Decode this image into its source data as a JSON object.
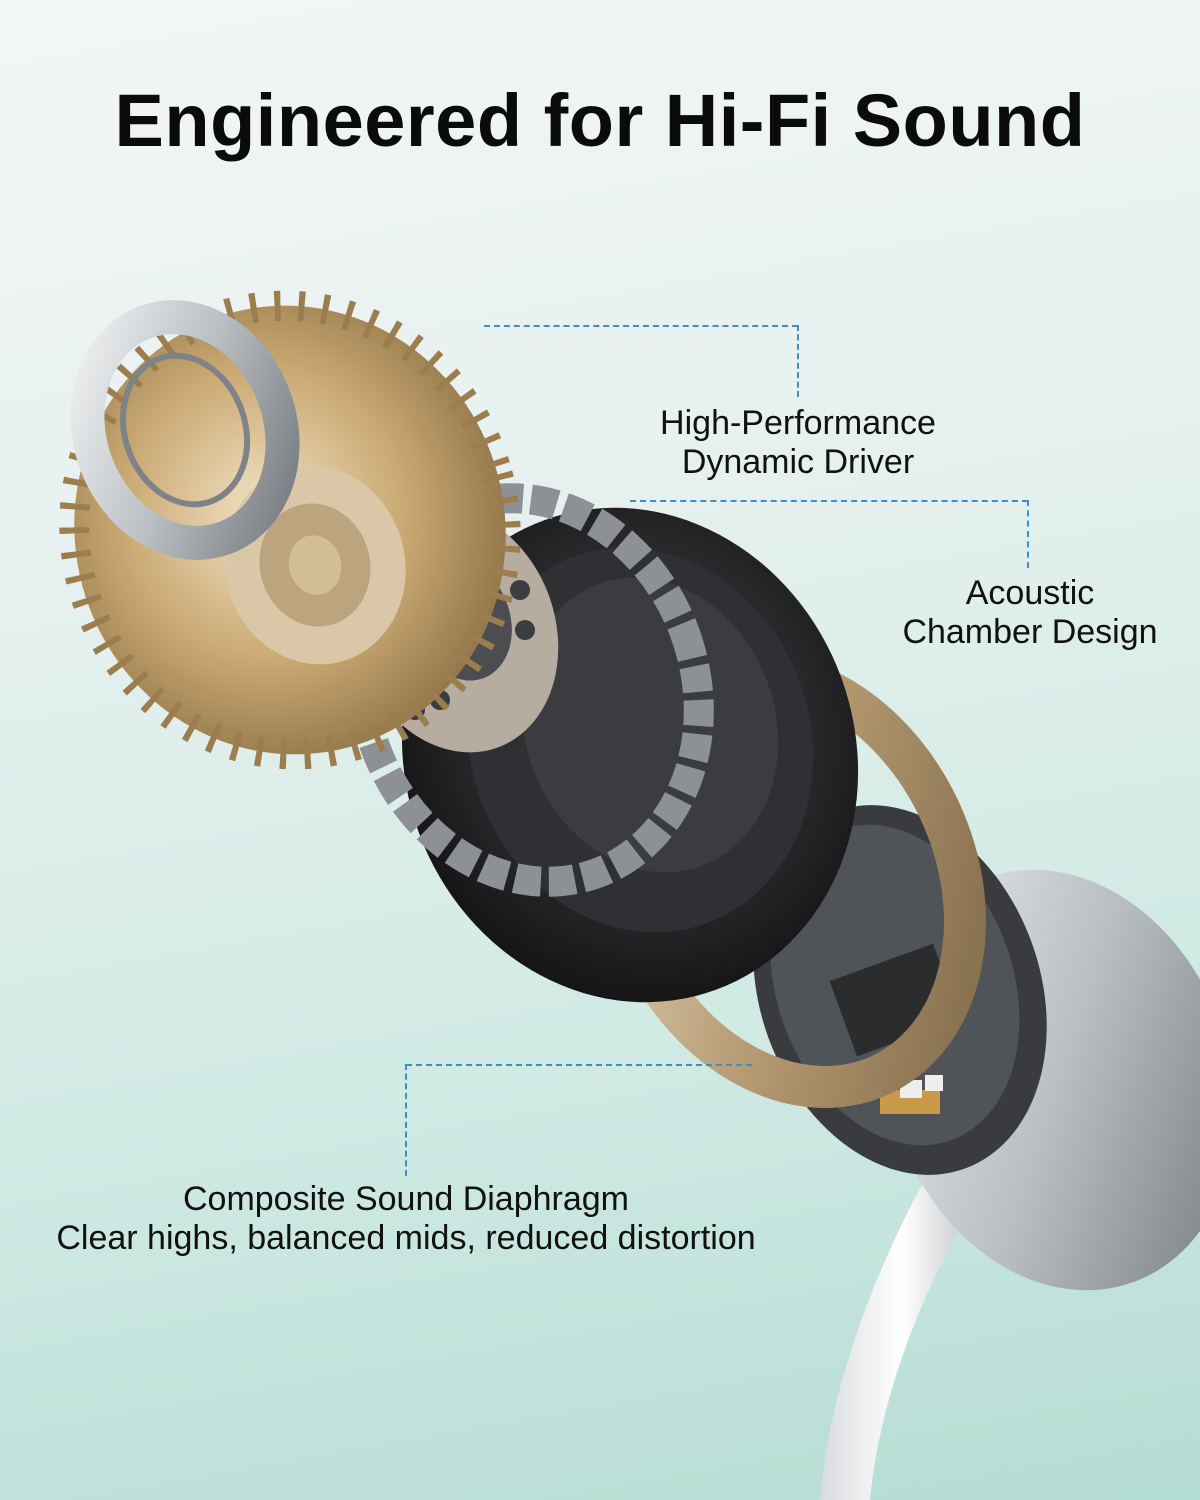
{
  "headline": "Engineered for Hi-Fi Sound",
  "callouts": {
    "driver": {
      "line1": "High-Performance",
      "line2": "Dynamic Driver"
    },
    "chamber": {
      "line1": "Acoustic",
      "line2": "Chamber Design"
    },
    "diaphragm": {
      "line1": "Composite Sound Diaphragm",
      "line2": "Clear highs, balanced mids, reduced distortion"
    }
  },
  "colors": {
    "callout_line": "#3d8fc7",
    "gold": "#c9a872",
    "speaker_black": "#2a2a2c",
    "silver": "#c9cdd0"
  }
}
